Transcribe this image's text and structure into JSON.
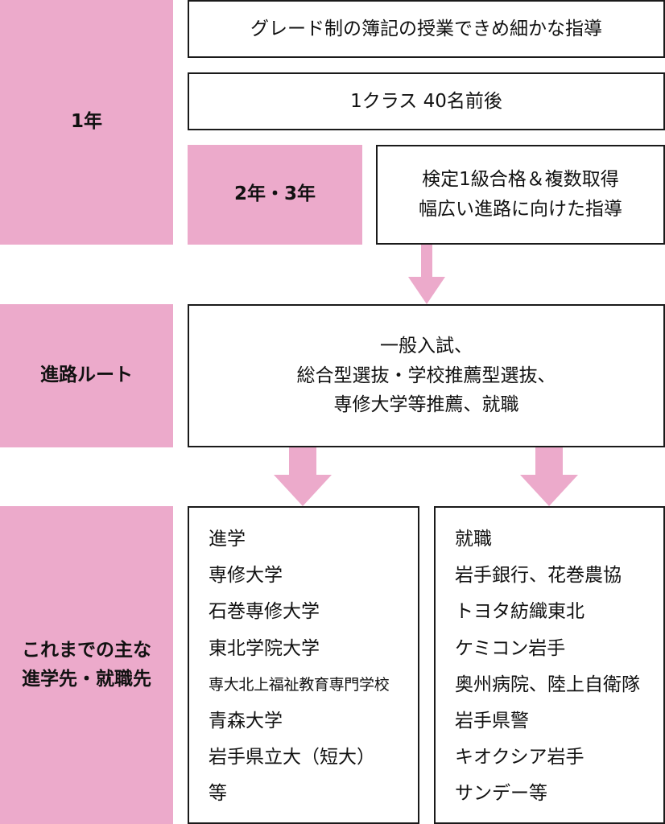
{
  "rows": {
    "year1": {
      "label": "1年"
    },
    "year23": {
      "label": "2年・3年"
    },
    "route": {
      "label": "進路ルート"
    },
    "destinations": {
      "label": "これまでの主な\n進学先・就職先"
    }
  },
  "boxes": {
    "grade_system": "グレード制の簿記の授業できめ細かな指導",
    "class_size": "1クラス 40名前後",
    "year23_detail": "検定1級合格＆複数取得\n幅広い進路に向けた指導",
    "route_detail": "一般入試、\n総合型選抜・学校推薦型選抜、\n専修大学等推薦、就職"
  },
  "further_education": {
    "heading": "進学",
    "items": [
      "専修大学",
      "石巻専修大学",
      "東北学院大学",
      "専大北上福祉教育専門学校",
      "青森大学",
      "岩手県立大（短大）",
      "等"
    ]
  },
  "employment": {
    "heading": "就職",
    "items": [
      "岩手銀行、花巻農協",
      "トヨタ紡織東北",
      "ケミコン岩手",
      "奥州病院、陸上自衛隊",
      "岩手県警",
      "キオクシア岩手",
      "サンデー等"
    ]
  },
  "colors": {
    "accent_pink": "#ecaacb",
    "border": "#1a1a1a"
  }
}
